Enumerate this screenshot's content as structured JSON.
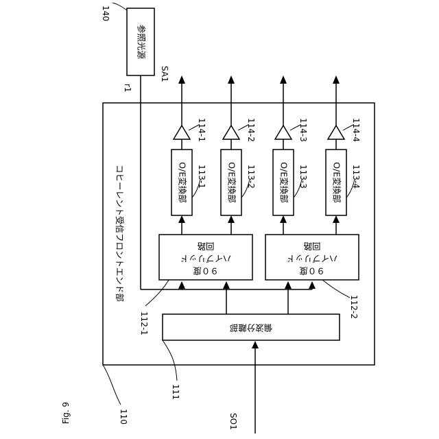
{
  "figure": {
    "caption": "Fig. 9",
    "frontend_title": "コヒーレント受信フロントエンド部",
    "labels": {
      "frontend_ref": "110",
      "splitter_ref": "111",
      "hybrid1_ref": "112-1",
      "hybrid2_ref": "112-2",
      "oe1_ref": "113-1",
      "oe2_ref": "113-2",
      "oe3_ref": "113-3",
      "oe4_ref": "113-4",
      "amp1_ref": "114-1",
      "amp2_ref": "114-2",
      "amp3_ref": "114-3",
      "amp4_ref": "114-4",
      "light_ref": "140",
      "input_signal": "SO1",
      "output_signal": "SA1",
      "reference_line": "r1"
    },
    "blocks": {
      "reference_light": "参照光源",
      "splitter": "偏波分離部",
      "hybrid_line1": "９０度",
      "hybrid_line2": "ハイブリッド",
      "hybrid_line3": "回路",
      "oe": "O/E変換部"
    }
  }
}
